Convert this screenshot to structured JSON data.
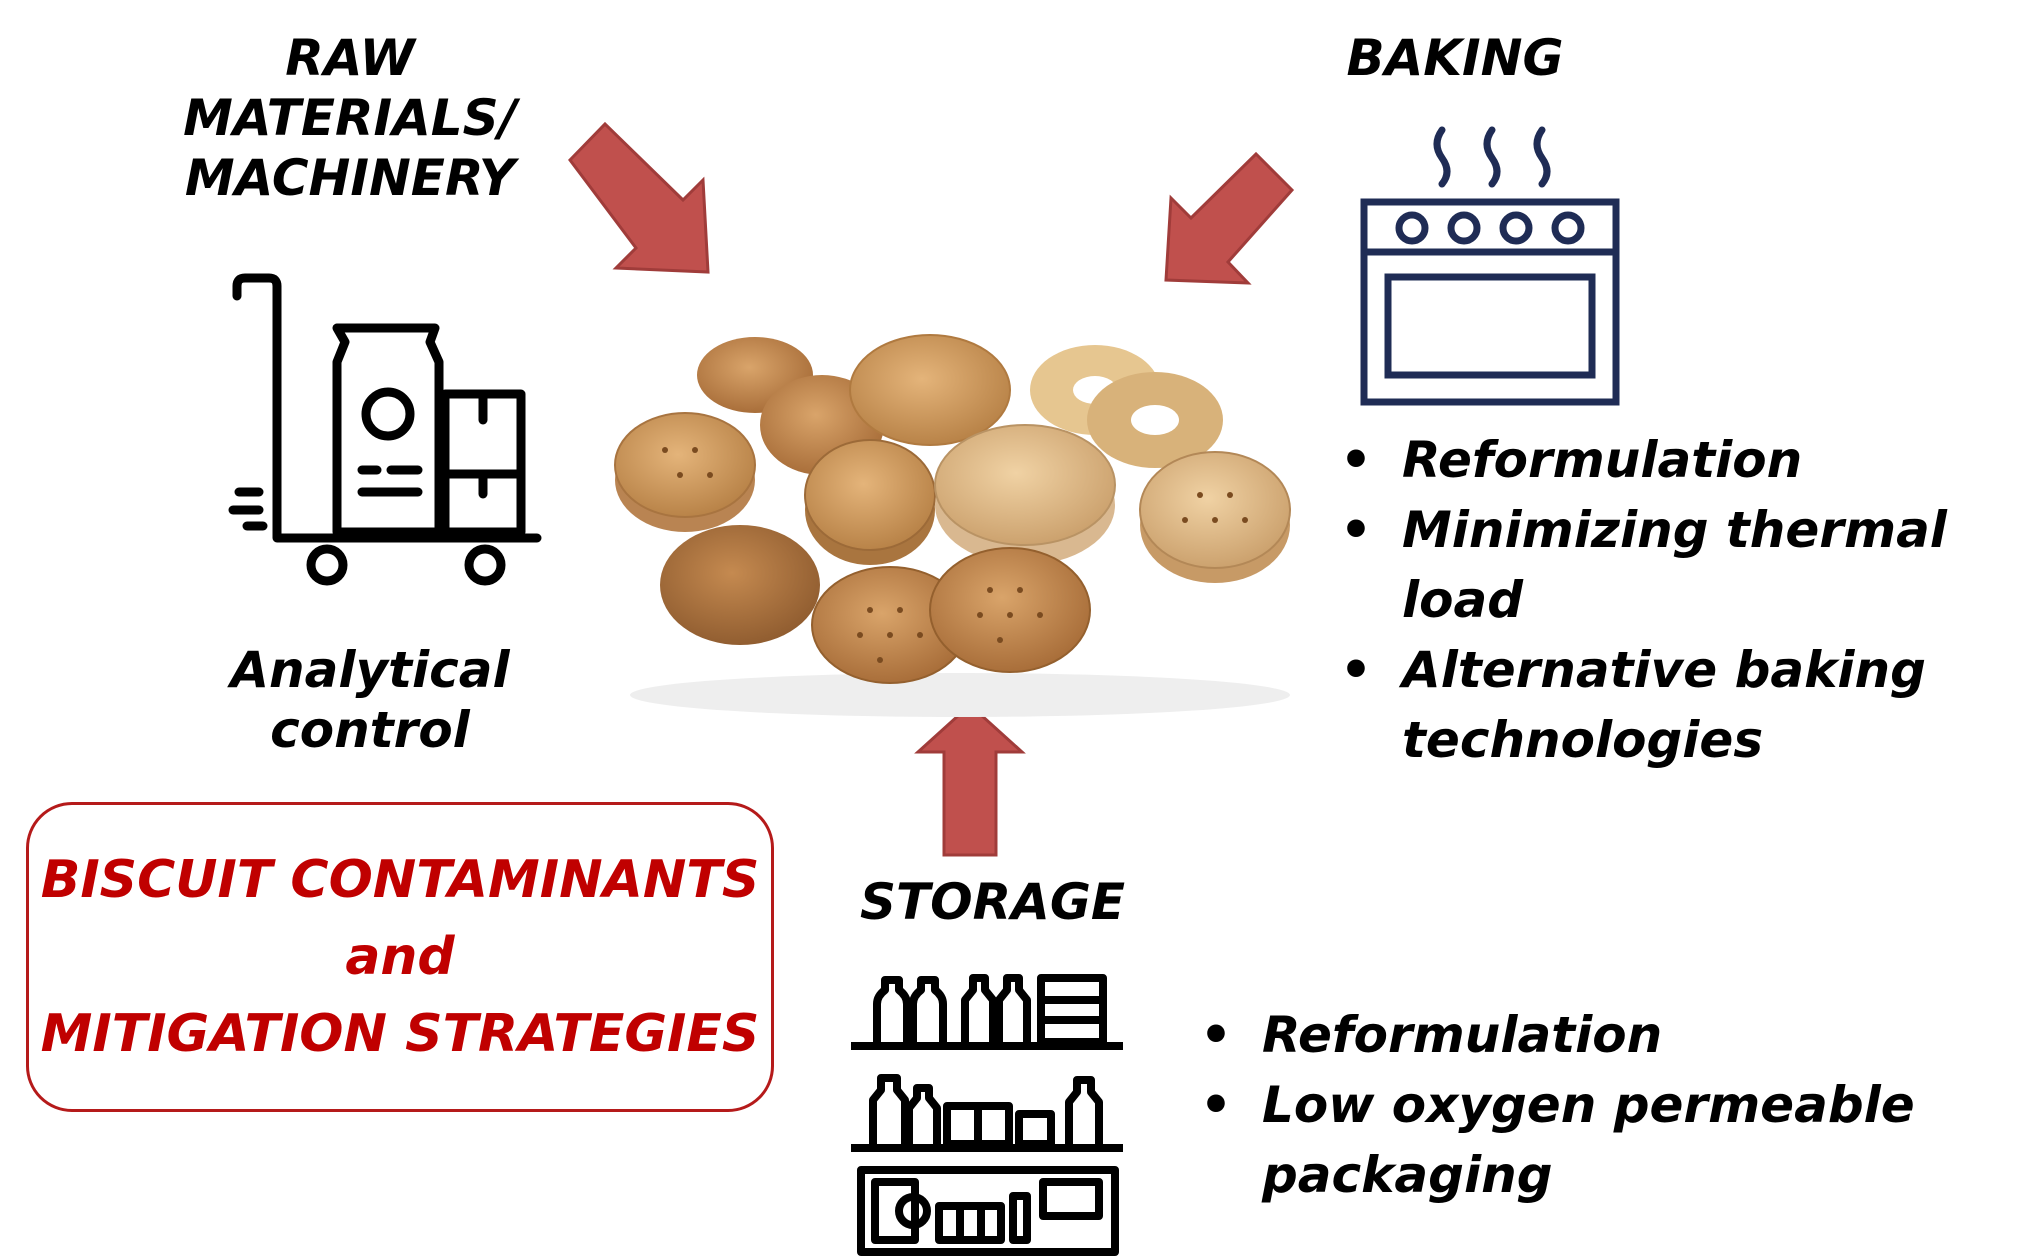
{
  "raw": {
    "title_lines": [
      "RAW",
      "MATERIALS/",
      "MACHINERY"
    ],
    "caption": "Analytical control",
    "icon": "cart-with-sack-and-boxes-icon"
  },
  "baking": {
    "title": "BAKING",
    "icon": "oven-with-steam-icon",
    "bullets": [
      "Reformulation",
      "Minimizing thermal load",
      "Alternative baking technologies"
    ]
  },
  "storage": {
    "title": "STORAGE",
    "icon": "store-shelves-icon",
    "bullets": [
      "Reformulation",
      "Low oxygen permeable packaging"
    ]
  },
  "summary": {
    "lines": [
      "BISCUIT CONTAMINANTS",
      "and",
      "MITIGATION STRATEGIES"
    ]
  },
  "center_image": "biscuit-assortment-photo",
  "colors": {
    "arrow": "#c0504d",
    "arrow_dark": "#a03c3a",
    "box_border": "#b51a1a",
    "box_text": "#c00000",
    "oven_icon": "#1f2c55",
    "line_icon": "#000000"
  }
}
